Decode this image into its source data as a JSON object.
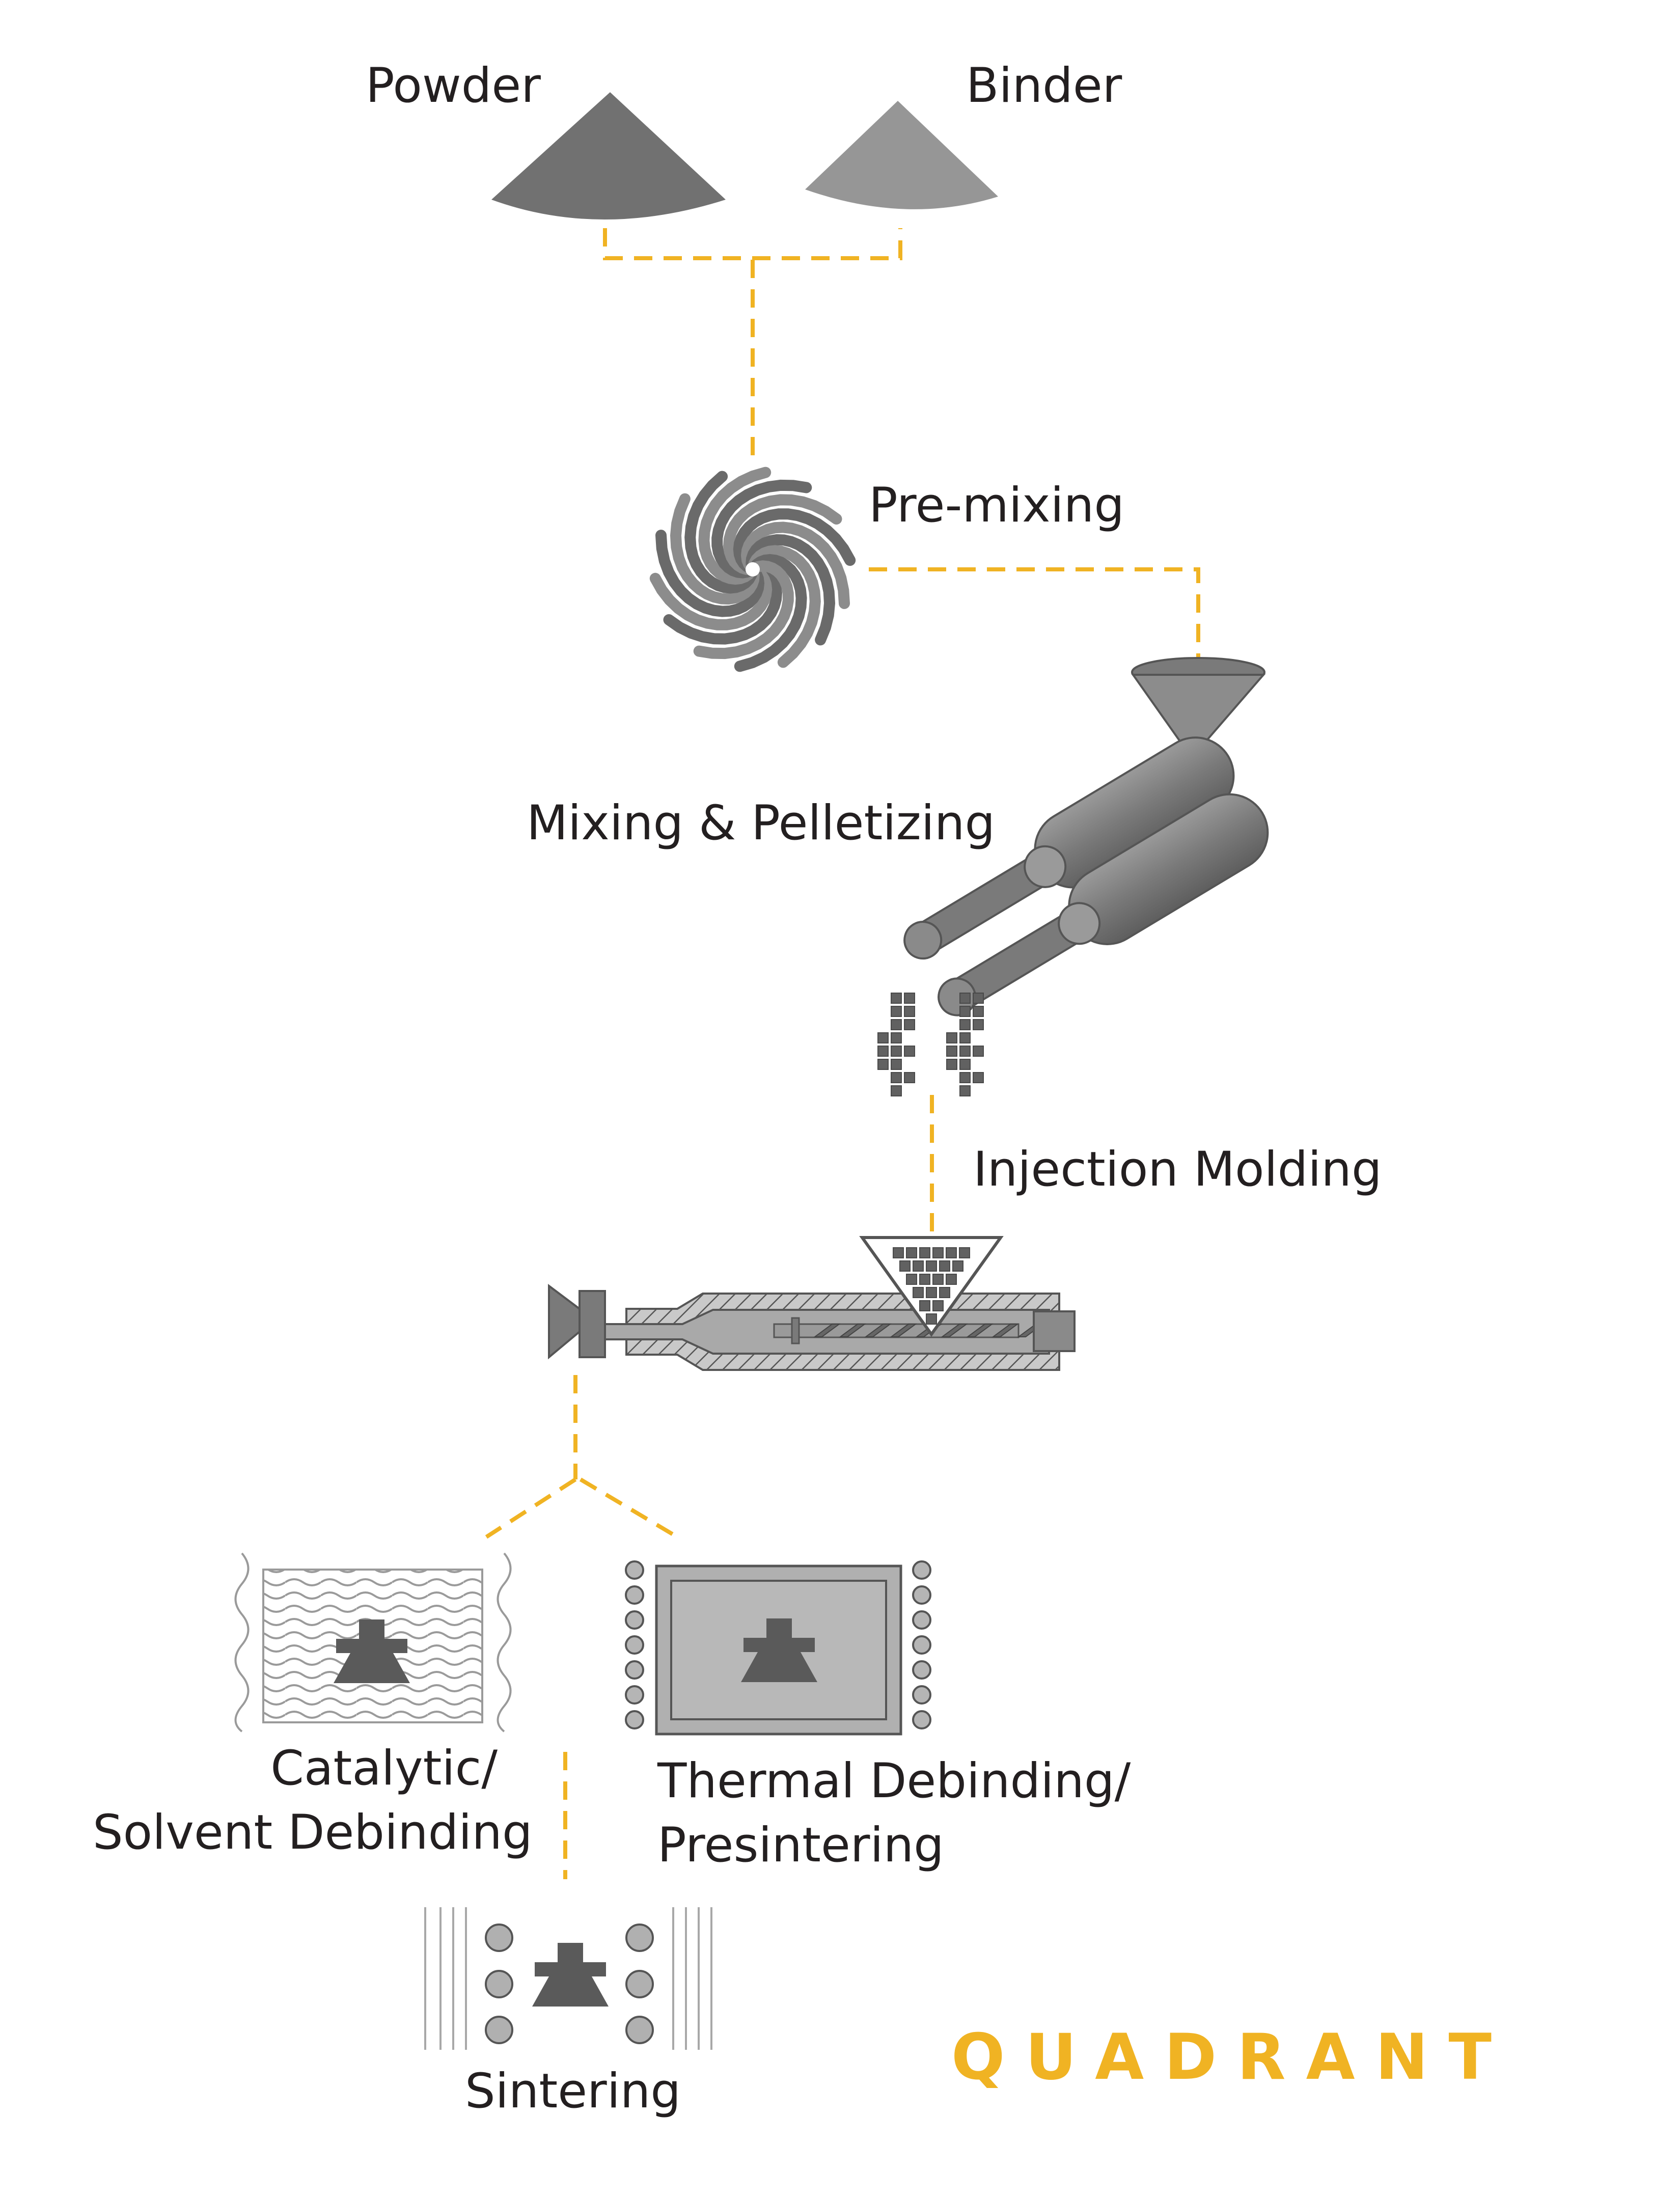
{
  "labels": {
    "powder": "Powder",
    "binder": "Binder",
    "premixing": "Pre-mixing",
    "mixing": "Mixing & Pelletizing",
    "injection": "Injection Molding",
    "catalytic_line1": "Catalytic/",
    "catalytic_line2": "Solvent Debinding",
    "thermal_line1": "Thermal Debinding/",
    "thermal_line2": "Presintering",
    "sintering": "Sintering"
  },
  "logo": {
    "text": "QUADRANT"
  },
  "colors": {
    "connector": "#f0b323",
    "logo": "#f0b323",
    "dark_gray": "#6d6d6d",
    "mid_gray": "#959595",
    "light_gray": "#c8c8c8",
    "outline": "#555555",
    "text": "#231f20"
  }
}
